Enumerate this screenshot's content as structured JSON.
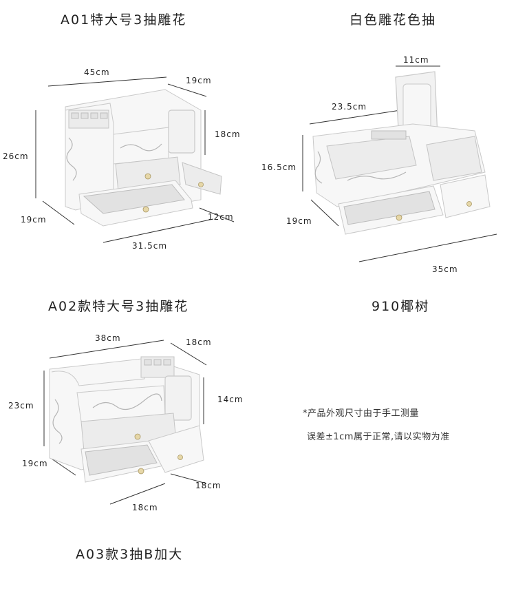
{
  "products": [
    {
      "title": "A01特大号3抽雕花",
      "dims": {
        "width_top": "45cm",
        "depth_right": "19cm",
        "height_left": "26cm",
        "height_right": "18cm",
        "depth_left": "19cm",
        "depth_small": "12cm",
        "width_bottom": "31.5cm"
      }
    },
    {
      "title": "白色雕花色抽",
      "dims": {
        "mirror_width": "11cm",
        "width_top": "23.5cm",
        "height_left": "16.5cm",
        "depth_left": "19cm",
        "width_bottom": "35cm"
      }
    },
    {
      "title": "A02款特大号3抽雕花",
      "dims": {
        "width_top": "38cm",
        "depth_right": "18cm",
        "height_left": "23cm",
        "height_right": "14cm",
        "depth_left": "19cm",
        "depth_small": "18cm",
        "width_bottom": "18cm"
      }
    },
    {
      "title": "910椰树"
    },
    {
      "title": "A03款3抽B加大"
    }
  ],
  "notes": {
    "line1": "*产品外观尺寸由于手工测量",
    "line2": "误差±1cm属于正常,请以实物为准"
  }
}
